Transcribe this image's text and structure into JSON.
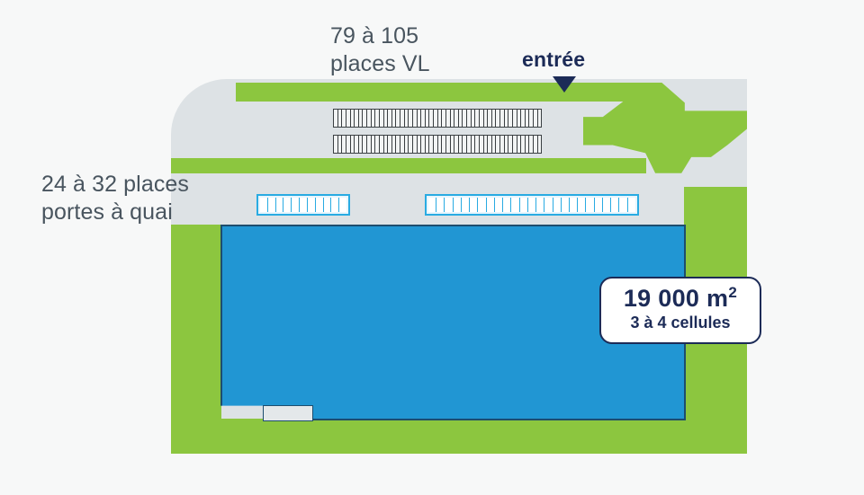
{
  "page": {
    "title": "Plan masse entrepôt logistique",
    "background_color": "#f7f8f8"
  },
  "palette": {
    "green": "#8cc63f",
    "blue": "#2196d3",
    "blue_border": "#1d4d6e",
    "gray_site": "#dde2e5",
    "cyan": "#29abe2",
    "navy_text": "#1c2b57",
    "slate_text": "#49555f",
    "parking_outline": "#3a3f42"
  },
  "labels": {
    "parking_vl": "79 à 105\nplaces VL",
    "dock_doors": "24 à 32 places\nportes à quai",
    "entrance": "entrée"
  },
  "badge": {
    "area_value": "19 000 m",
    "area_unit": "2",
    "cells": "3 à 4 cellules"
  },
  "site": {
    "parking_rows": [
      {
        "name": "parking-row-upper",
        "slot_count": 50
      },
      {
        "name": "parking-row-lower",
        "slot_count": 50
      }
    ],
    "dock_rows": [
      {
        "name": "dock-row-left",
        "door_count": 11
      },
      {
        "name": "dock-row-right",
        "door_count": 25
      }
    ]
  }
}
